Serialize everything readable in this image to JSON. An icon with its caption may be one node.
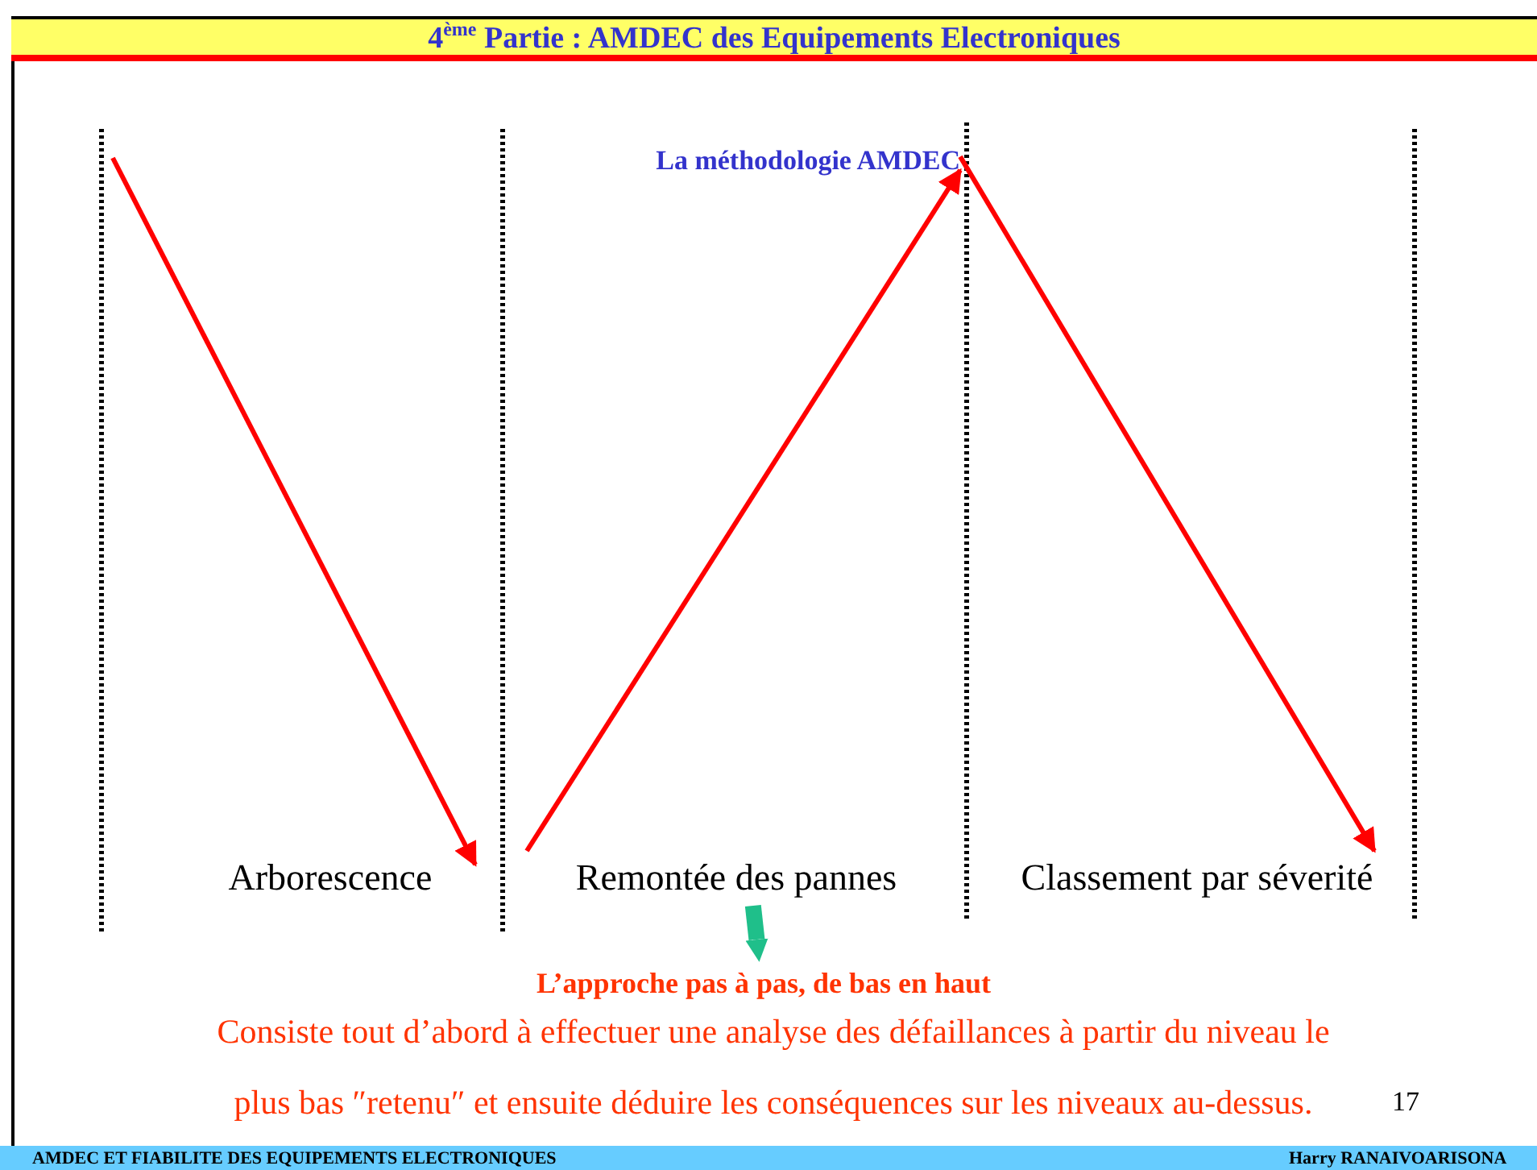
{
  "diagram": {
    "title": "4$^{ème}$ Partie : AMDEC des Equipements Electroniques",
    "nodes": [
      {
        "text": [
          "Arborescence"
        ]
      },
      {
        "text": [
          "Remontée des pannes"
        ]
      },
      {
        "text": [
          "Classement par séverité"
        ]
      },
      {
        "text": [
          "La méthodologie AMDEC"
        ]
      },
      {
        "text": [
          "L’approche pas à pas, de bas en haut"
        ]
      }
    ],
    "edges": [
      {
        "from": null,
        "to": 0,
        "arrow": "to"
      },
      {
        "from": 1,
        "to": 3,
        "arrow": "to"
      },
      {
        "from": 3,
        "to": 2,
        "arrow": "to"
      },
      {
        "from": 1,
        "to": 4,
        "arrow": "to",
        "style": "thick",
        "color": "#1fbf8a"
      }
    ],
    "labels": [
      "Consiste tout d’abord à effectuer une analyse des défaillances à partir du niveau le plus bas ″retenu″ et ensuite déduire les conséquences sur les niveaux au-dessus.",
      "17",
      "AMDEC ET FIABILITE DES EQUIPEMENTS ELECTRONIQUES",
      "Harry RANAIVOARISONA"
    ]
  }
}
